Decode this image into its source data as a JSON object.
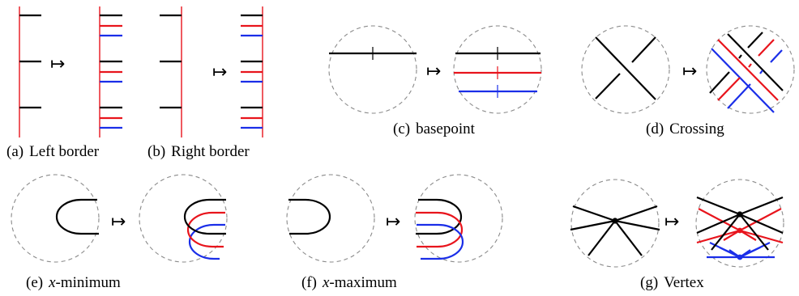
{
  "panels": [
    {
      "label": "(a)",
      "title": "Left border"
    },
    {
      "label": "(b)",
      "title": "Right border"
    },
    {
      "label": "(c)",
      "title": "basepoint"
    },
    {
      "label": "(d)",
      "title": "Crossing"
    },
    {
      "label": "(e)",
      "title": "x-minimum",
      "math_part": "x",
      "rest_part": "-minimum"
    },
    {
      "label": "(f)",
      "title": "x-maximum",
      "math_part": "x",
      "rest_part": "-maximum"
    },
    {
      "label": "(g)",
      "title": "Vertex"
    }
  ],
  "maps_to_symbol": "↦",
  "colors": {
    "black": "#000000",
    "red": "#e8141c",
    "blue": "#1a2ee8",
    "circle": "#8a8a8a"
  }
}
